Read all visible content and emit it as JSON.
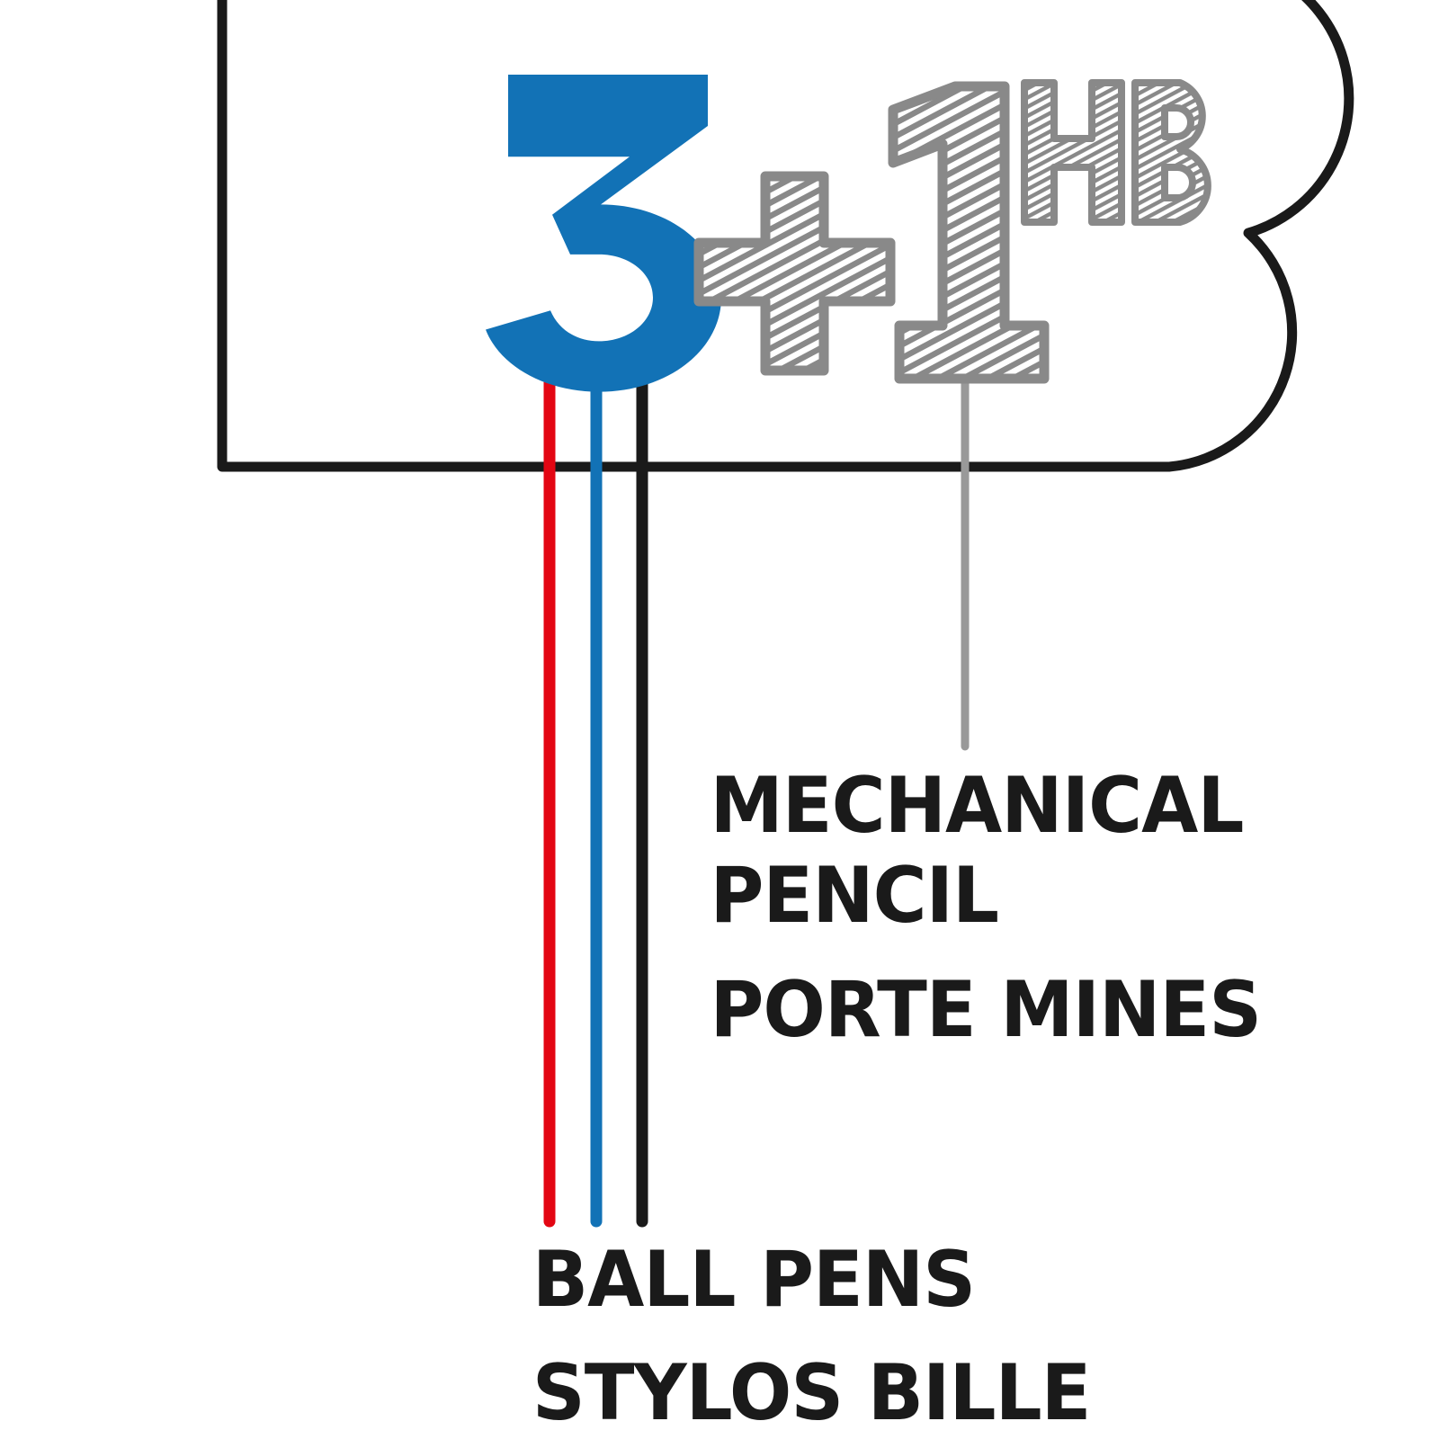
{
  "packaging_label": {
    "headline": {
      "count_primary": "3",
      "plus_sign": "+",
      "count_bonus": "1",
      "grade_superscript": "HB",
      "primary_color": "#1272b6",
      "sketch_color": "#898989"
    },
    "callouts": [
      {
        "id": "mechanical-pencil",
        "leader_color": "#999999",
        "lines_en": [
          "MECHANICAL",
          "PENCIL"
        ],
        "line_fr": "PORTE MINES"
      },
      {
        "id": "ball-pens",
        "leader_colors": [
          "#e30613",
          "#1272b6",
          "#1a1a1a"
        ],
        "line_en": "BALL PENS",
        "line_fr": "STYLOS BILLE"
      }
    ],
    "leader_lines": [
      {
        "name": "red-ball-pen-line",
        "color": "#e30613"
      },
      {
        "name": "blue-ball-pen-line",
        "color": "#1272b6"
      },
      {
        "name": "black-ball-pen-line",
        "color": "#1a1a1a"
      },
      {
        "name": "gray-pencil-line",
        "color": "#999999"
      }
    ],
    "frame": {
      "stroke_color": "#1a1a1a",
      "stroke_width": 11
    }
  }
}
